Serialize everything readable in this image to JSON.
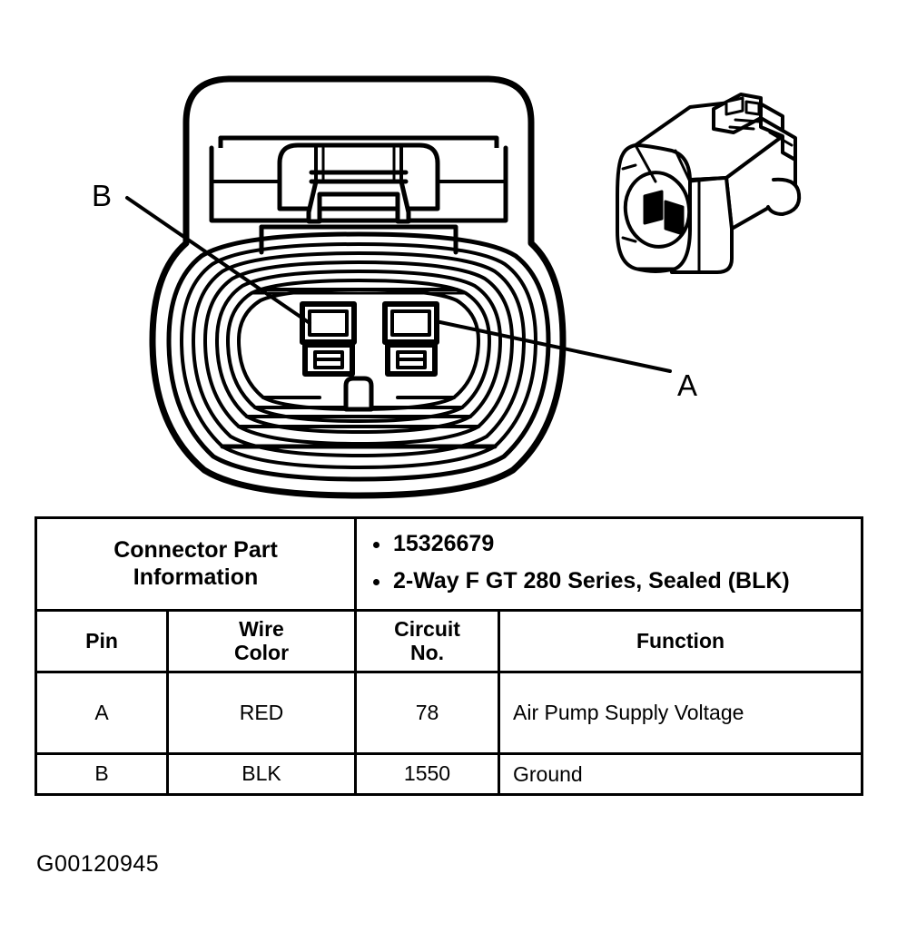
{
  "figure": {
    "caption": "G00120945",
    "callouts": [
      {
        "id": "callout-b",
        "label": "B",
        "target_pin": "B"
      },
      {
        "id": "callout-a",
        "label": "A",
        "target_pin": "A"
      }
    ],
    "views": [
      {
        "name": "connector-face-view",
        "description": "2-way female connector face view"
      },
      {
        "name": "connector-isometric-view",
        "description": "2-way female connector isometric view"
      }
    ]
  },
  "table": {
    "part_info": {
      "label_line1": "Connector Part",
      "label_line2": "Information",
      "items": [
        "15326679",
        "2-Way F GT 280 Series, Sealed (BLK)"
      ]
    },
    "columns": {
      "pin": {
        "line1": "Pin",
        "line2": ""
      },
      "wire_color": {
        "line1": "Wire",
        "line2": "Color"
      },
      "circuit_no": {
        "line1": "Circuit",
        "line2": "No."
      },
      "function": {
        "line1": "Function",
        "line2": ""
      }
    },
    "rows": [
      {
        "pin": "A",
        "wire_color": "RED",
        "circuit_no": "78",
        "function": "Air Pump Supply Voltage"
      },
      {
        "pin": "B",
        "wire_color": "BLK",
        "circuit_no": "1550",
        "function": "Ground"
      }
    ]
  },
  "colors": {
    "ink": "#000000",
    "paper": "#ffffff"
  }
}
